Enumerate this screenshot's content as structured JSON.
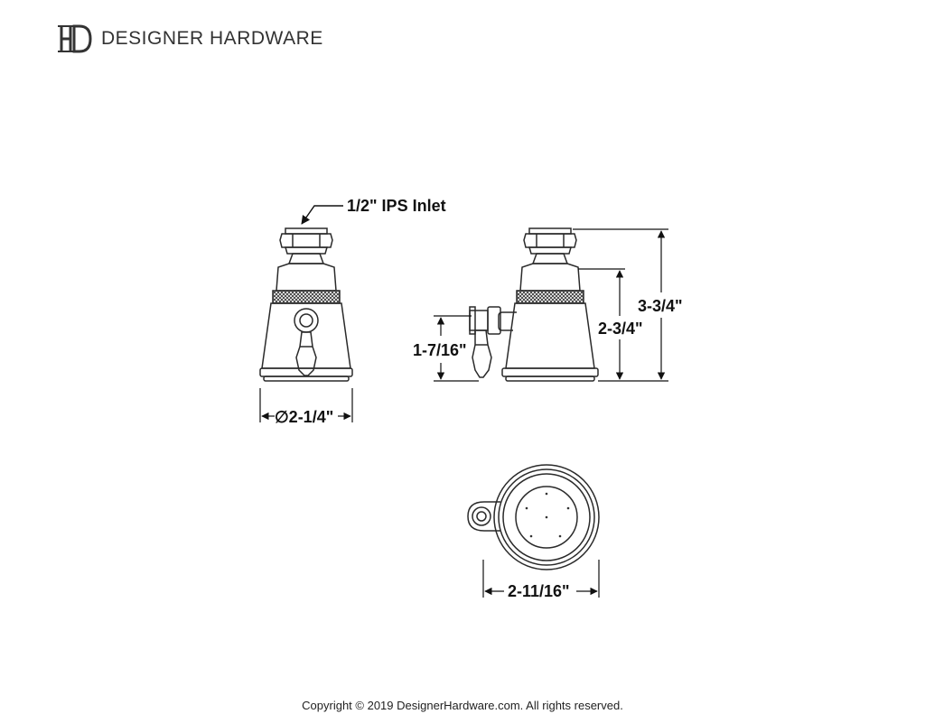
{
  "brand": {
    "name": "DESIGNER HARDWARE",
    "logo_icon": "dh-monogram-icon"
  },
  "labels": {
    "inlet": "1/2\" IPS Inlet",
    "diameter": "∅2-1/4\"",
    "overall_height": "3-3/4\"",
    "body_height": "2-3/4\"",
    "handle_height": "1-7/16\"",
    "face_width": "2-11/16\""
  },
  "footer": {
    "copyright": "Copyright © 2019 DesignerHardware.com. All rights reserved."
  },
  "colors": {
    "line": "#2a2a2a",
    "text": "#111111"
  }
}
